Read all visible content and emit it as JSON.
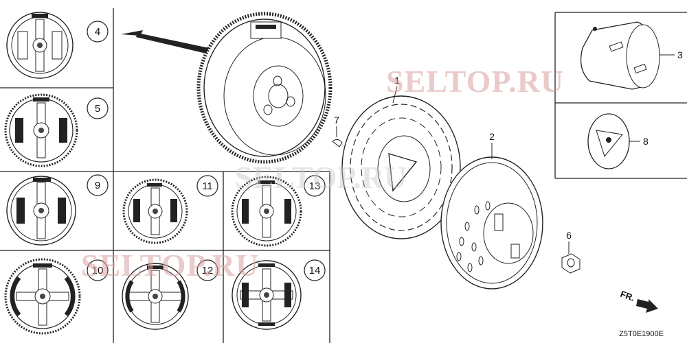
{
  "variants": [
    {
      "id": "4"
    },
    {
      "id": "5"
    },
    {
      "id": "9"
    },
    {
      "id": "10"
    },
    {
      "id": "11"
    },
    {
      "id": "12"
    },
    {
      "id": "13"
    },
    {
      "id": "14"
    }
  ],
  "parts": {
    "fan": "1",
    "fan_cover": "2",
    "starter_pulley": "3",
    "nut": "6",
    "key": "7",
    "plate": "8"
  },
  "watermark": "SELTOP.RU",
  "direction_label": "FR.",
  "diagram_code": "Z5T0E1900E"
}
